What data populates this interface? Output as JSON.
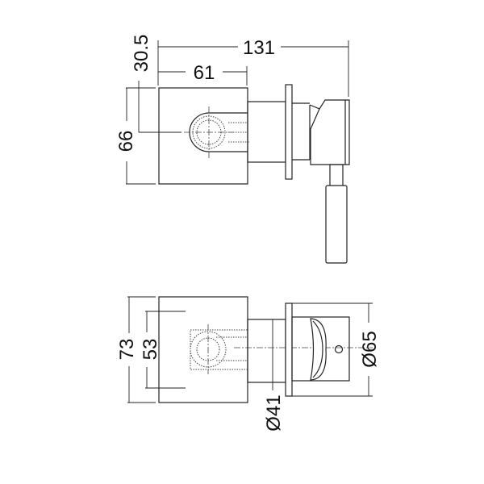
{
  "top_view": {
    "dim_overall_length": "131",
    "dim_plate_width": "61",
    "dim_center_offset": "30.5",
    "dim_plate_height": "66"
  },
  "bottom_view": {
    "dim_plate_height": "73",
    "dim_mount_spacing": "53",
    "dim_body_diameter": "Ø41",
    "dim_flange_diameter": "Ø65"
  }
}
